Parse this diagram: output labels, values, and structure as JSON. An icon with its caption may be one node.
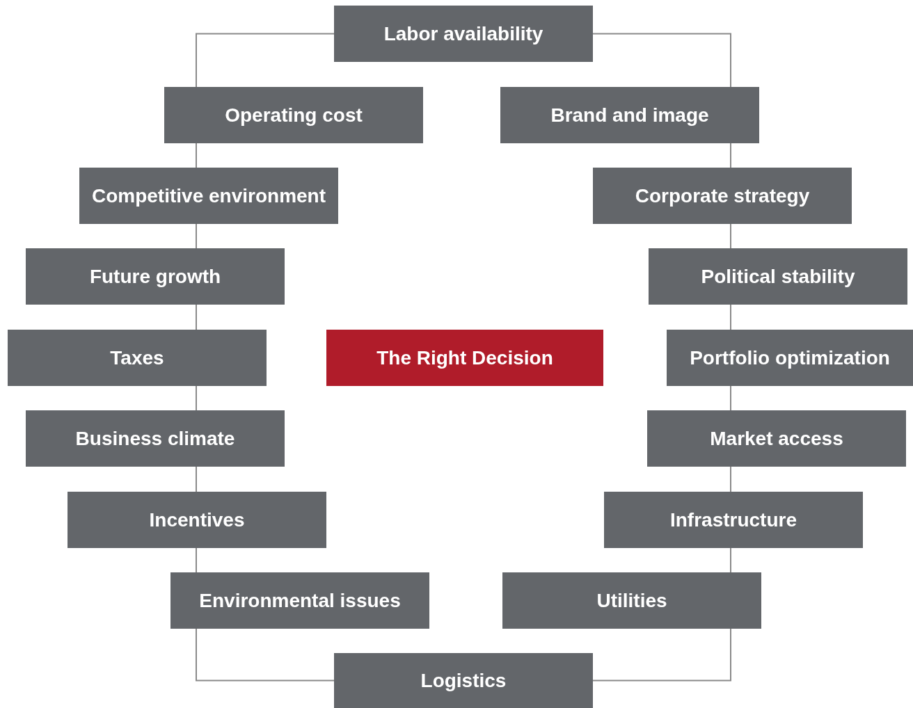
{
  "diagram": {
    "nodes": [
      {
        "text": [
          "Labor availability"
        ]
      },
      {
        "text": [
          "Operating cost"
        ]
      },
      {
        "text": [
          "Brand and image"
        ]
      },
      {
        "text": [
          "Competitive environment"
        ]
      },
      {
        "text": [
          "Corporate strategy"
        ]
      },
      {
        "text": [
          "Future growth"
        ]
      },
      {
        "text": [
          "Political stability"
        ]
      },
      {
        "text": [
          "Taxes"
        ]
      },
      {
        "text": [
          "The Right Decision"
        ]
      },
      {
        "text": [
          "Portfolio optimization"
        ]
      },
      {
        "text": [
          "Business climate"
        ]
      },
      {
        "text": [
          "Market access"
        ]
      },
      {
        "text": [
          "Incentives"
        ]
      },
      {
        "text": [
          "Infrastructure"
        ]
      },
      {
        "text": [
          "Environmental issues"
        ]
      },
      {
        "text": [
          "Utilities"
        ]
      },
      {
        "text": [
          "Logistics"
        ]
      }
    ],
    "edges": [
      {
        "from": 0,
        "to": 1,
        "arrow": "none"
      },
      {
        "from": 1,
        "to": 3,
        "arrow": "none"
      },
      {
        "from": 3,
        "to": 5,
        "arrow": "none"
      },
      {
        "from": 5,
        "to": 7,
        "arrow": "none"
      },
      {
        "from": 7,
        "to": 10,
        "arrow": "none"
      },
      {
        "from": 10,
        "to": 12,
        "arrow": "none"
      },
      {
        "from": 12,
        "to": 14,
        "arrow": "none"
      },
      {
        "from": 14,
        "to": 16,
        "arrow": "none"
      },
      {
        "from": 0,
        "to": 2,
        "arrow": "none"
      },
      {
        "from": 2,
        "to": 4,
        "arrow": "none"
      },
      {
        "from": 4,
        "to": 6,
        "arrow": "none"
      },
      {
        "from": 6,
        "to": 9,
        "arrow": "none"
      },
      {
        "from": 9,
        "to": 11,
        "arrow": "none"
      },
      {
        "from": 11,
        "to": 13,
        "arrow": "none"
      },
      {
        "from": 13,
        "to": 15,
        "arrow": "none"
      },
      {
        "from": 15,
        "to": 16,
        "arrow": "none"
      }
    ]
  }
}
